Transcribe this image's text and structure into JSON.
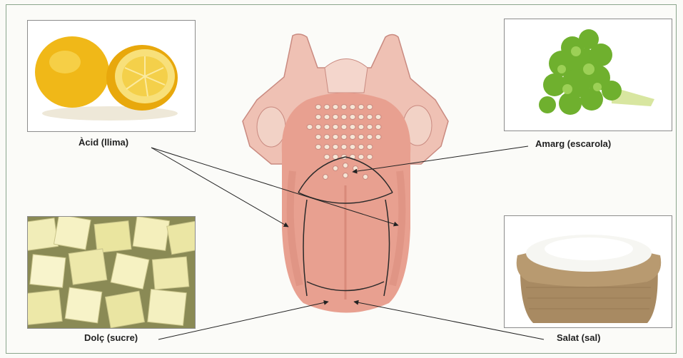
{
  "labels": {
    "acid": "Àcid (llima)",
    "bitter": "Amarg (escarola)",
    "sweet": "Dolç (sucre)",
    "salty": "Salat (sal)"
  },
  "images": {
    "lemon": "lemon-halves-photo",
    "endive": "endive-photo",
    "sugar": "sugar-cubes-photo",
    "salt": "salt-sack-photo"
  },
  "colors": {
    "tongue": "#e8a090",
    "papilla": "#f6e6d6",
    "frame": "#8aa58c",
    "lemon": "#f4c21a",
    "endive": "#7cbf3a",
    "sugar": "#efe9a8",
    "sack": "#a88a62"
  }
}
